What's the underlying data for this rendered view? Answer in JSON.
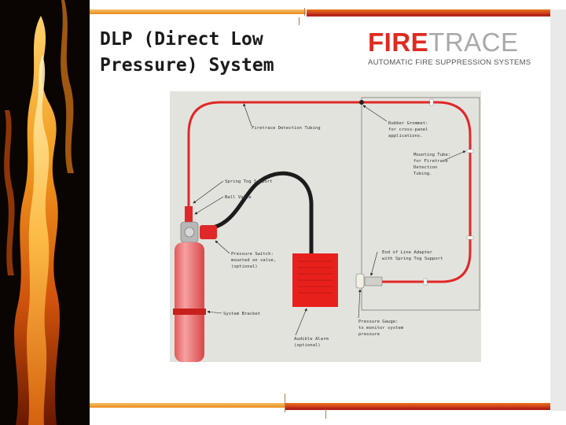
{
  "slide": {
    "title_line1": "DLP (Direct Low",
    "title_line2": "Pressure) System"
  },
  "logo": {
    "fire": "FIRE",
    "trace": "TRACE",
    "tagline": "AUTOMATIC FIRE SUPPRESSION SYSTEMS"
  },
  "diagram": {
    "labels": {
      "detection_tubing": "Firetrace Detection Tubing",
      "rubber_grommet_1": "Rubber Grommet:",
      "rubber_grommet_2": "for cross-panel",
      "rubber_grommet_3": "applications.",
      "mounting_tube_1": "Mounting Tube:",
      "mounting_tube_2": "for Firetrace",
      "mounting_tube_3": "Detection",
      "mounting_tube_4": "Tubing.",
      "spring_tog_support": "Spring Tog Support",
      "ball_valve": "Ball Valve",
      "pressure_switch_1": "Pressure Switch:",
      "pressure_switch_2": "mounted on valve,",
      "pressure_switch_3": "(optional)",
      "end_of_line_1": "End of Line Adapter",
      "end_of_line_2": "with Spring Tog Support",
      "system_bracket": "System Bracket",
      "pressure_gauge_1": "Pressure Gauge:",
      "pressure_gauge_2": "to monitor system",
      "pressure_gauge_3": "pressure",
      "audible_alarm_1": "Audible Alarm",
      "audible_alarm_2": "(optional)"
    }
  },
  "colors": {
    "tubing_red": "#e02828",
    "cylinder_pink": "#f07878",
    "panel_bg": "#e3e3de",
    "alarm_red": "#e8201c",
    "logo_red": "#e02a20",
    "logo_gray": "#a9a9a9"
  }
}
